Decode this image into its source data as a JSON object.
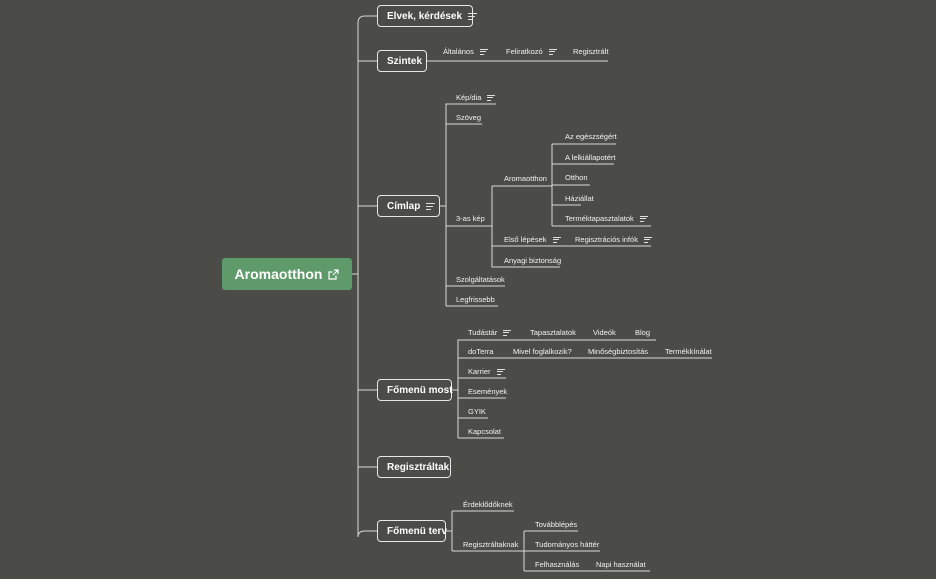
{
  "root": {
    "label": "Aromaotthon",
    "icon": "external-link-icon"
  },
  "topics": {
    "elvek": "Elvek, kérdések",
    "szintek": "Szintek",
    "cimlap": "Címlap",
    "fomenu_most": "Főmenü most",
    "regisztraltak": "Regisztráltak",
    "fomenu_terv": "Főmenü terv"
  },
  "szintek": {
    "altalanos": "Általános",
    "feliratkozo": "Feliratkozó",
    "regisztralt": "Regisztrált"
  },
  "cimlap": {
    "kepdia": "Kép/dia",
    "szoveg": "Szöveg",
    "harom_kep": "3-as kép",
    "aromaotthon": "Aromaotthon",
    "egeszseg": "Az egészségért",
    "lelki": "A lelkiállapotért",
    "otthon": "Otthon",
    "haziallat": "Háziállat",
    "termektap": "Terméktapasztalatok",
    "elso": "Első lépések",
    "regisztracios": "Regisztrációs infók",
    "anyagi": "Anyagi biztonság",
    "szolgaltatasok": "Szolgáltatások",
    "legfrissebb": "Legfrissebb"
  },
  "fomenu_most": {
    "tudastar": "Tudástár",
    "tapasztalatok": "Tapasztalatok",
    "videok": "Videók",
    "blog": "Blog",
    "doterra": "doTerra",
    "mivel": "Mivel foglalkozik?",
    "minoseg": "Minőségbiztosítás",
    "termekkinalat": "Termékkínálat",
    "karrier": "Karrier",
    "esemenyek": "Események",
    "gyik": "GYIK",
    "kapcsolat": "Kapcsolat"
  },
  "fomenu_terv": {
    "erdeklodoknek": "Érdeklődőknek",
    "regisztraltaknak": "Regisztráltaknak",
    "tovabblepes": "Továbblépés",
    "tudomanyos": "Tudományos háttér",
    "felhasznalas": "Felhasználás",
    "napi": "Napi használat"
  },
  "colors": {
    "background": "#4b4b47",
    "root": "#5f9a6a",
    "line": "#d9d9d9"
  }
}
